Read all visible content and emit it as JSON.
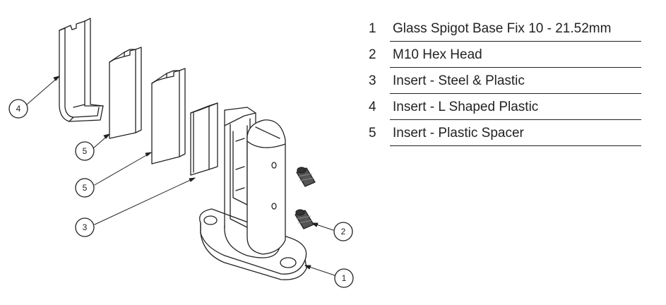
{
  "parts_list": [
    {
      "number": "1",
      "description": "Glass Spigot Base Fix 10 - 21.52mm"
    },
    {
      "number": "2",
      "description": "M10 Hex Head"
    },
    {
      "number": "3",
      "description": "Insert - Steel & Plastic"
    },
    {
      "number": "4",
      "description": "Insert - L Shaped Plastic"
    },
    {
      "number": "5",
      "description": "Insert - Plastic Spacer"
    }
  ],
  "callouts": {
    "l_shaped_insert": "4",
    "spacer_insert_upper": "5",
    "spacer_insert_lower": "5",
    "steel_insert": "3",
    "hex_screw": "2",
    "spigot_base": "1"
  },
  "colors": {
    "line": "#222222",
    "background": "#ffffff"
  }
}
